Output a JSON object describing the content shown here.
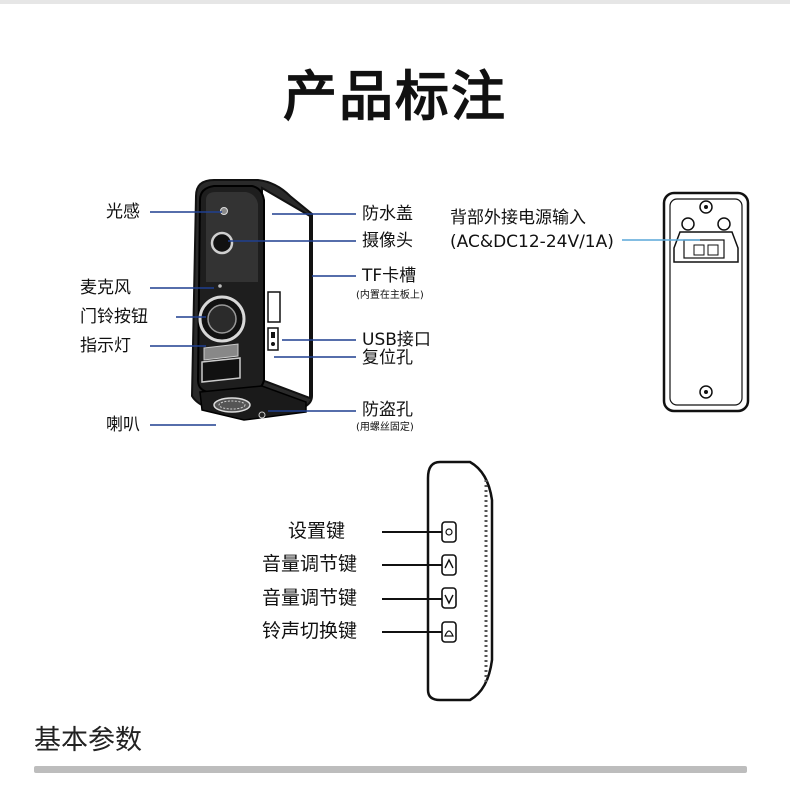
{
  "title": "产品标注",
  "doorbell_labels_left": {
    "light_sensor": "光感",
    "microphone": "麦克风",
    "doorbell_button": "门铃按钮",
    "indicator": "指示灯",
    "speaker": "喇叭"
  },
  "doorbell_labels_right": {
    "waterproof_cover": "防水盖",
    "camera": "摄像头",
    "tf_slot": "TF卡槽",
    "tf_slot_note": "(内置在主板上)",
    "usb_port": "USB接口",
    "reset_hole": "复位孔",
    "anti_theft": "防盗孔",
    "anti_theft_note": "(用螺丝固定)"
  },
  "backplate_label": {
    "line1": "背部外接电源输入",
    "line2": "(AC&DC12-24V/1A)"
  },
  "chime_labels": {
    "settings_key": "设置键",
    "volume_up_key": "音量调节键",
    "volume_down_key": "音量调节键",
    "ringtone_key": "铃声切换键"
  },
  "section_title": "基本参数",
  "colors": {
    "accent_line": "#5aa7d8",
    "leader": "#1f3f8f",
    "device": "#1a1a1a"
  }
}
